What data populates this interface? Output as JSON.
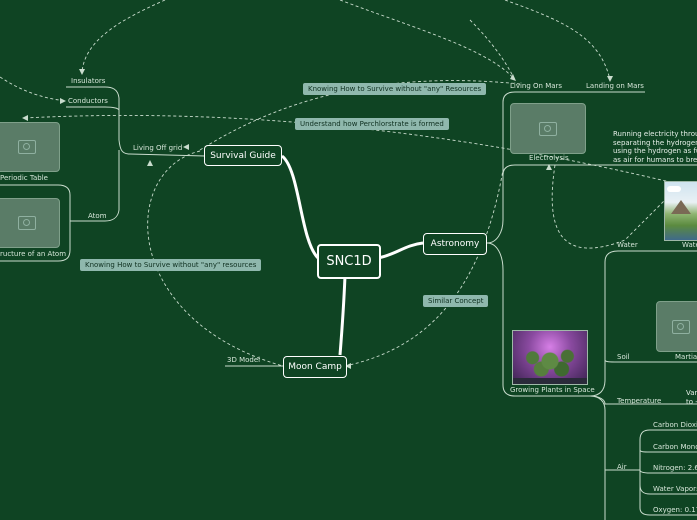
{
  "central": {
    "label": "SNC1D"
  },
  "main_topics": {
    "survival_guide": "Survival Guide",
    "astronomy": "Astronomy",
    "moon_camp": "Moon Camp"
  },
  "survival_branch": {
    "living_off_grid": "Living Off grid",
    "insulators": "Insulators",
    "conductors": "Conductors",
    "atom": "Atom",
    "periodic_table": "Periodic Table",
    "structure_atom": "ructure of an Atom"
  },
  "astronomy_branch": {
    "living_on_mars": "Living On Mars",
    "landing_on_mars": "Landing on Mars",
    "electrolysis": "Electrolysis",
    "electrolysis_desc": [
      "Running electricity throug",
      "separating the hydrogen a",
      "using the hydrogen as fue",
      "as air for humans to brea"
    ],
    "water": "Water",
    "water_truncated": "Wate",
    "growing_plants": "Growing Plants in Space",
    "soil": "Soil",
    "martian": "Martia",
    "temperature": "Temperature",
    "temperature_value": [
      "Var",
      "to -"
    ],
    "air": "Air",
    "air_items": [
      "Carbon Dioxi",
      "Carbon Monox",
      "Nitrogen: 2.6",
      "Water Vapor:",
      "Oxygen: 0.17"
    ]
  },
  "moon_branch": {
    "model_3d": "3D Model"
  },
  "relationship_labels": {
    "knowing_survive_1": "Knowing How to Survive without \"any\" Resources",
    "perchlorate": "Understand how Perchlorstrate is formed",
    "knowing_survive_2": "Knowing How to Survive without \"any\" resources",
    "similar_concept": "Similar Concept"
  },
  "icons": [
    "camera-icon"
  ],
  "colors": {
    "background": "#0f4423",
    "line": "#ffffff",
    "bubble": "#8fb8ad",
    "image_placeholder": "#5a7c67"
  }
}
